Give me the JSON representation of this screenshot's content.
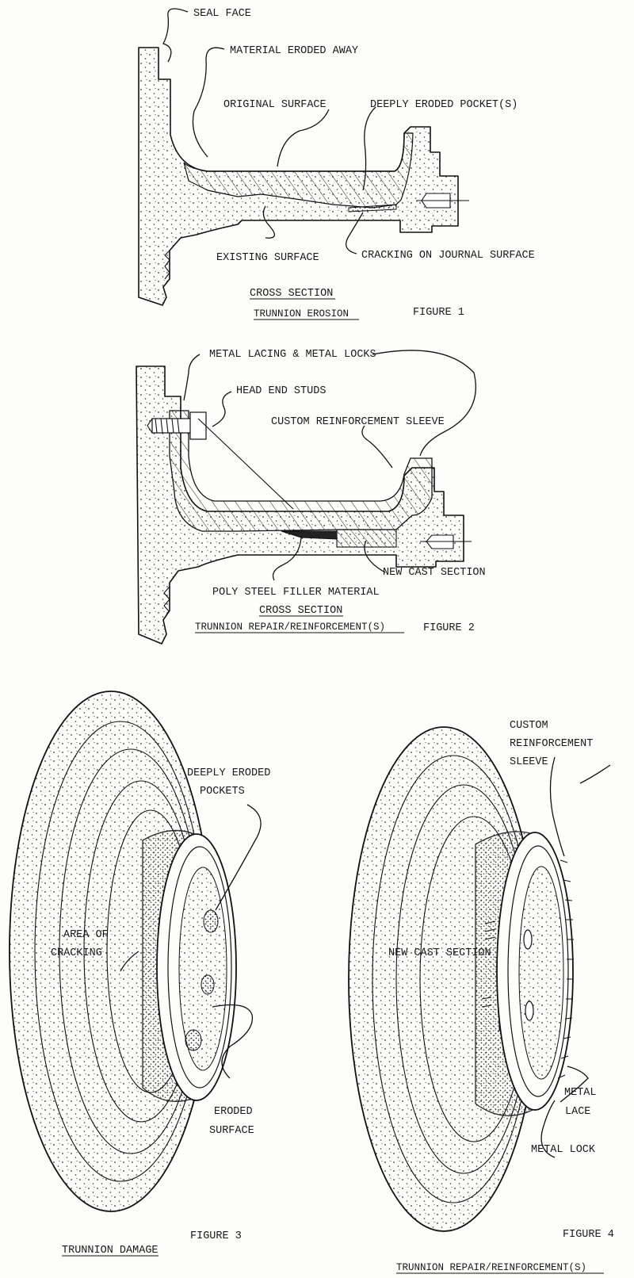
{
  "figure1": {
    "labels": {
      "seal_face": "SEAL FACE",
      "material_eroded_away": "MATERIAL ERODED AWAY",
      "original_surface": "ORIGINAL SURFACE",
      "deeply_eroded_pockets": "DEEPLY ERODED POCKET(S)",
      "existing_surface": "EXISTING SURFACE",
      "cracking_on_journal_surface": "CRACKING ON JOURNAL SURFACE"
    },
    "caption": {
      "line1": "CROSS SECTION",
      "line2": "TRUNNION EROSION",
      "figure": "FIGURE 1"
    }
  },
  "figure2": {
    "labels": {
      "metal_lacing_locks": "METAL LACING & METAL LOCKS",
      "head_end_studs": "HEAD END STUDS",
      "custom_reinforcement_sleeve": "CUSTOM REINFORCEMENT SLEEVE",
      "new_cast_section": "NEW CAST SECTION",
      "poly_steel_filler": "POLY STEEL FILLER MATERIAL"
    },
    "caption": {
      "line1": "CROSS SECTION",
      "line2": "TRUNNION REPAIR/REINFORCEMENT(S)",
      "figure": "FIGURE 2"
    }
  },
  "figure3": {
    "labels": {
      "deeply_eroded_line1": "DEEPLY ERODED",
      "deeply_eroded_line2": "POCKETS",
      "area_of_line1": "AREA OF",
      "area_of_line2": "CRACKING",
      "eroded_line1": "ERODED",
      "eroded_line2": "SURFACE"
    },
    "caption": {
      "line1": "TRUNNION DAMAGE",
      "figure": "FIGURE 3"
    }
  },
  "figure4": {
    "labels": {
      "custom_line1": "CUSTOM",
      "custom_line2": "REINFORCEMENT",
      "custom_line3": "SLEEVE",
      "new_cast_section": "NEW CAST SECTION",
      "metal_lace_line1": "METAL",
      "metal_lace_line2": "LACE",
      "metal_lock": "METAL LOCK"
    },
    "caption": {
      "line1": "TRUNNION REPAIR/REINFORCEMENT(S)",
      "figure": "FIGURE 4"
    }
  }
}
